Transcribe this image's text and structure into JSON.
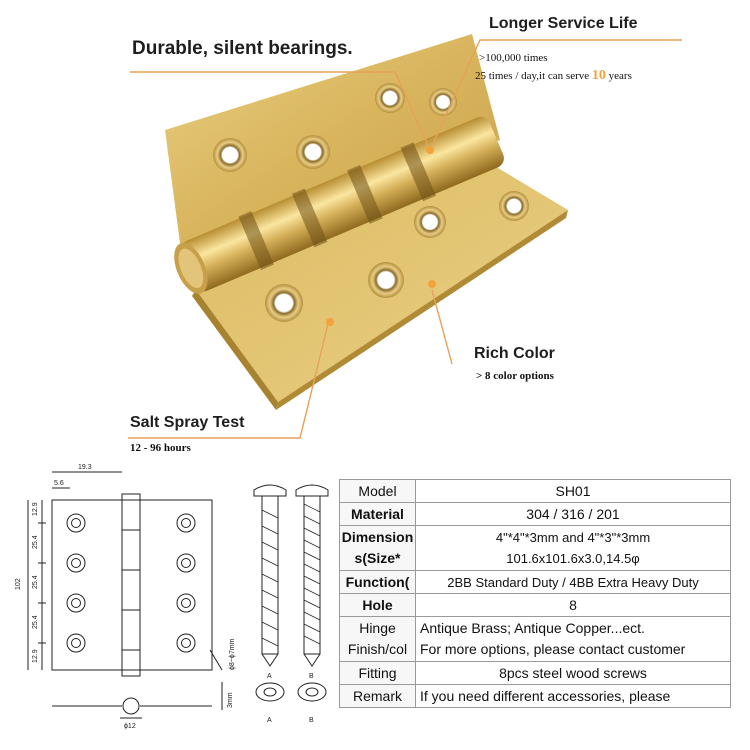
{
  "callouts": {
    "bearings": {
      "title": "Durable, silent bearings."
    },
    "service": {
      "title": "Longer Service Life",
      "line1": ">100,000 times",
      "line2_pre": "25 times / day,it can serve",
      "line2_num": "10",
      "line2_post": "years"
    },
    "color": {
      "title": "Rich Color",
      "line1": "> 8 color options"
    },
    "salt": {
      "title": "Salt Spray Test",
      "line1": "12 - 96 hours"
    }
  },
  "drawing": {
    "dims": {
      "width_top": "19.3",
      "offset": "5.6",
      "height": "102",
      "seg1": "12.9",
      "seg2": "25.4",
      "seg3": "25.4",
      "seg4": "25.4",
      "seg5": "12.9",
      "screw_dia": "ϕ8~ϕ7mm",
      "thickness": "3mm",
      "knuckle": "ϕ12"
    },
    "screw_a": "A",
    "screw_b": "B"
  },
  "spec": {
    "rows": [
      {
        "key": "Model",
        "value": "SH01"
      },
      {
        "key": "Material",
        "value": "304 / 316 / 201"
      },
      {
        "key": "Dimensions(Size*",
        "value1": "4\"*4\"*3mm and 4\"*3\"*3mm",
        "value2": "101.6x101.6x3.0,14.5φ"
      },
      {
        "key": "Function(",
        "value": "2BB Standard Duty / 4BB Extra Heavy Duty"
      },
      {
        "key": "Hole",
        "value": "8"
      },
      {
        "key": "Hinge Finish/col",
        "value1": "Antique Brass; Antique Copper...ect.",
        "value2": "For more options, please contact customer"
      },
      {
        "key": "Fitting",
        "value": "8pcs steel wood screws"
      },
      {
        "key": "Remark",
        "value": "If you need different accessories, please"
      }
    ]
  },
  "colors": {
    "brass": "#d7b45c",
    "accent": "#f2a23a",
    "line": "#e8a05a"
  }
}
